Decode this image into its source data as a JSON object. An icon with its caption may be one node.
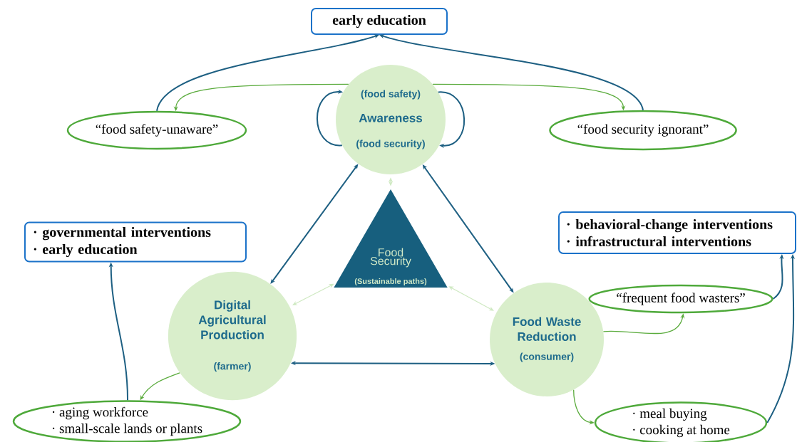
{
  "diagram": {
    "nodes": [
      {
        "text": [
          "early education"
        ]
      },
      {
        "text": [
          "“food safety-unaware”"
        ]
      },
      {
        "text": [
          "(food safety)",
          "Awareness",
          "(food security)"
        ]
      },
      {
        "text": [
          "“food security ignorant”"
        ]
      },
      {
        "text": [
          "Food Security",
          "(Sustainable paths)"
        ]
      },
      {
        "text": [
          "· governmental interventions",
          "· early education"
        ]
      },
      {
        "text": [
          "· behavioral-change interventions",
          "· infrastructural interventions"
        ]
      },
      {
        "text": [
          "Digital Agricultural Production",
          "(farmer)"
        ]
      },
      {
        "text": [
          "“frequent food wasters”"
        ]
      },
      {
        "text": [
          "Food Waste Reduction",
          "(consumer)"
        ]
      },
      {
        "text": [
          "· aging workforce",
          "· small-scale lands or plants"
        ]
      },
      {
        "text": [
          "· meal buying",
          "· cooking at home"
        ]
      }
    ],
    "edges": [
      {
        "from": 1,
        "to": 0,
        "arrow": "to"
      },
      {
        "from": 3,
        "to": 0,
        "arrow": "to"
      },
      {
        "from": 2,
        "to": 1,
        "arrow": "to",
        "color": "#5aab3c"
      },
      {
        "from": 2,
        "to": 3,
        "arrow": "to",
        "color": "#5aab3c"
      },
      {
        "from": 2,
        "to": 2,
        "arrow": "to"
      },
      {
        "from": 2,
        "to": 2,
        "arrow": "to"
      },
      {
        "from": 2,
        "to": 7,
        "arrow": "both"
      },
      {
        "from": 2,
        "to": 9,
        "arrow": "both"
      },
      {
        "from": 7,
        "to": 9,
        "arrow": "both"
      },
      {
        "from": 4,
        "to": 2,
        "arrow": "both",
        "color": "#cfe9c2"
      },
      {
        "from": 4,
        "to": 7,
        "arrow": "both",
        "color": "#cfe9c2"
      },
      {
        "from": 4,
        "to": 9,
        "arrow": "both",
        "color": "#cfe9c2"
      },
      {
        "from": 7,
        "to": 10,
        "arrow": "to",
        "color": "#5aab3c"
      },
      {
        "from": 10,
        "to": 5,
        "arrow": "to"
      },
      {
        "from": 9,
        "to": 8,
        "arrow": "to",
        "color": "#5aab3c"
      },
      {
        "from": 9,
        "to": 11,
        "arrow": "to",
        "color": "#5aab3c"
      },
      {
        "from": 8,
        "to": 6,
        "arrow": "to"
      },
      {
        "from": 11,
        "to": 6,
        "arrow": "to"
      }
    ]
  }
}
